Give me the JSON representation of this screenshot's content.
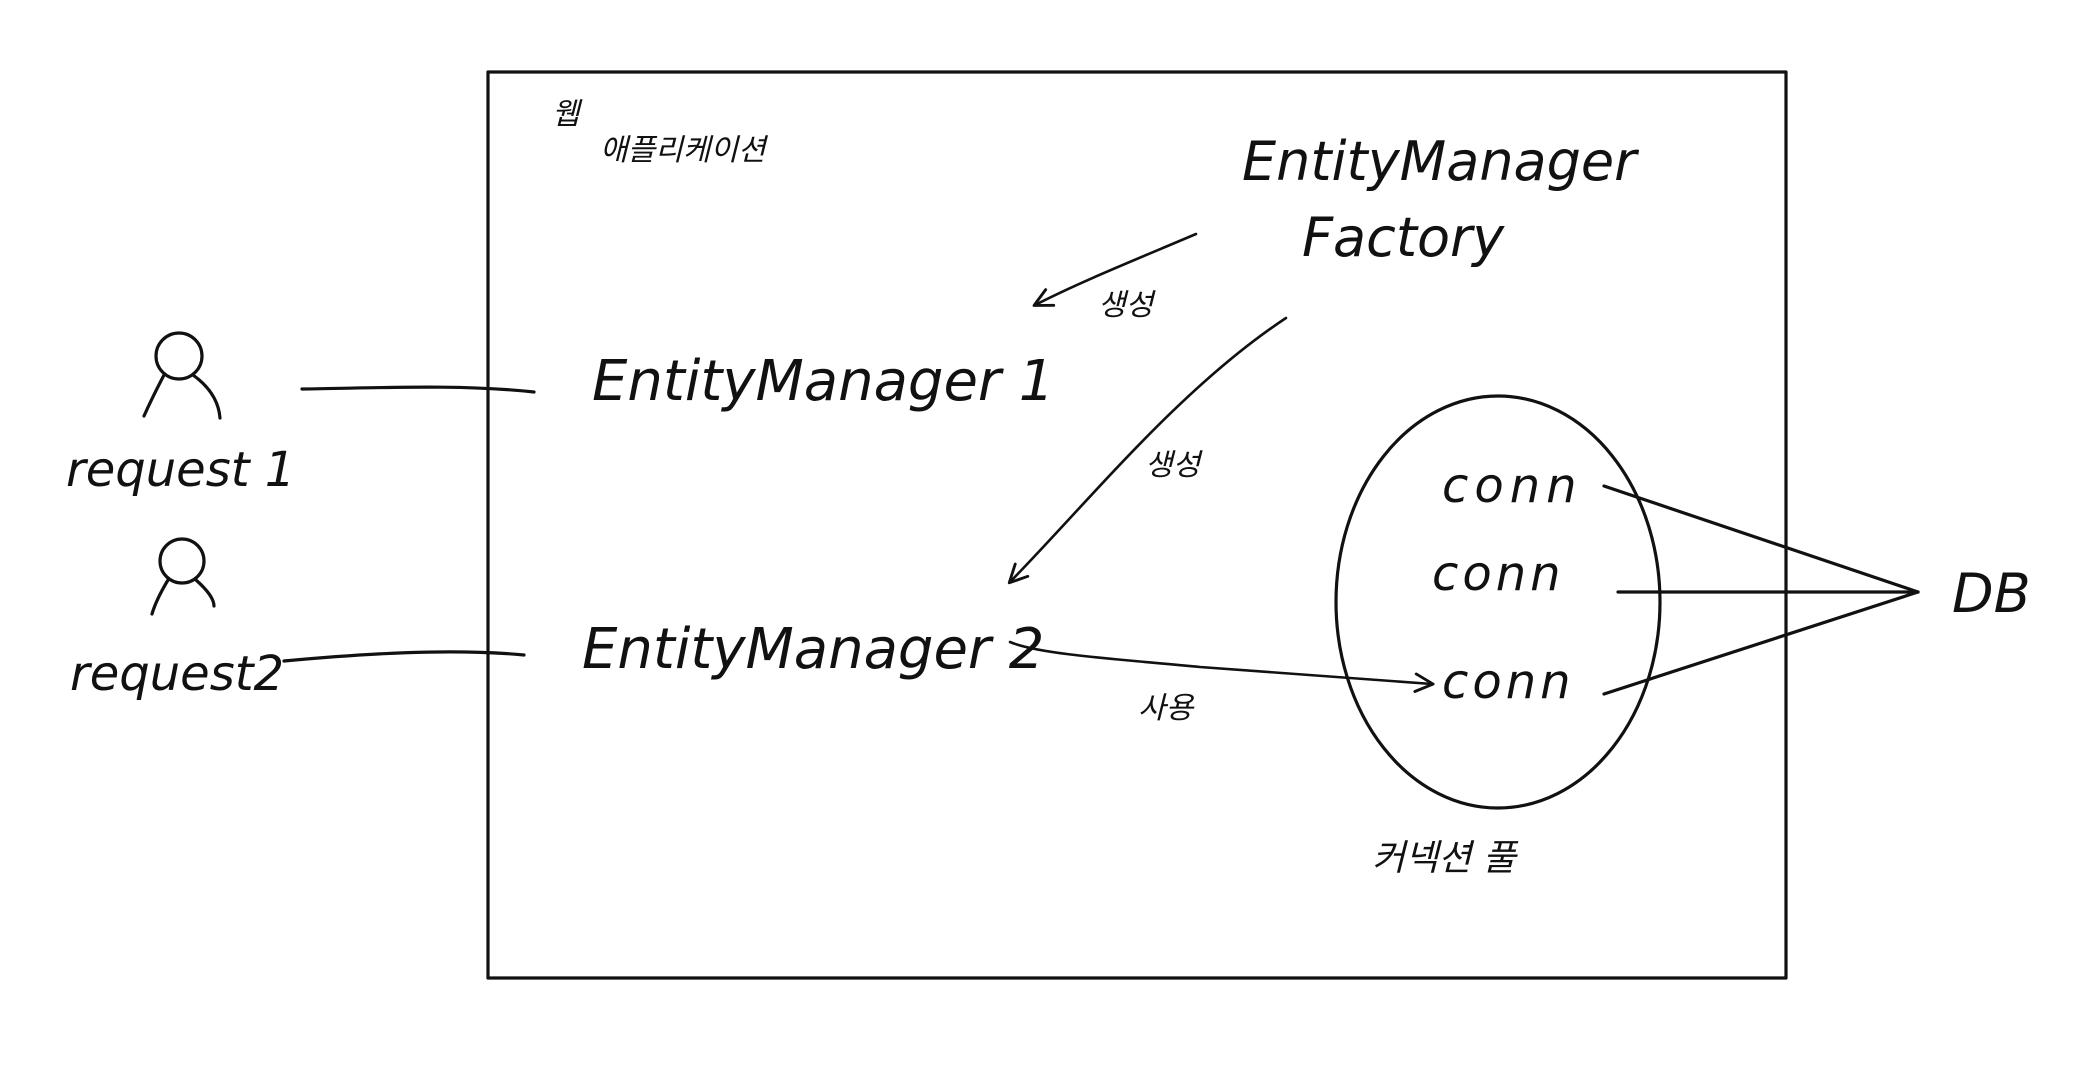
{
  "labels": {
    "web_app_line1": "웹",
    "web_app_line2": "애플리케이션",
    "emf_line1": "EntityManager",
    "emf_line2": "Factory",
    "em1": "EntityManager 1",
    "em2": "EntityManager 2",
    "request1": "request 1",
    "request2": "request2",
    "create1": "생성",
    "create2": "생성",
    "use": "사용",
    "conn1": "conn",
    "conn2": "conn",
    "conn3": "conn",
    "pool": "커넥션 풀",
    "db": "DB"
  },
  "colors": {
    "ink": "#111111",
    "background": "#ffffff"
  },
  "icons": {
    "user": "person-outline-icon"
  }
}
